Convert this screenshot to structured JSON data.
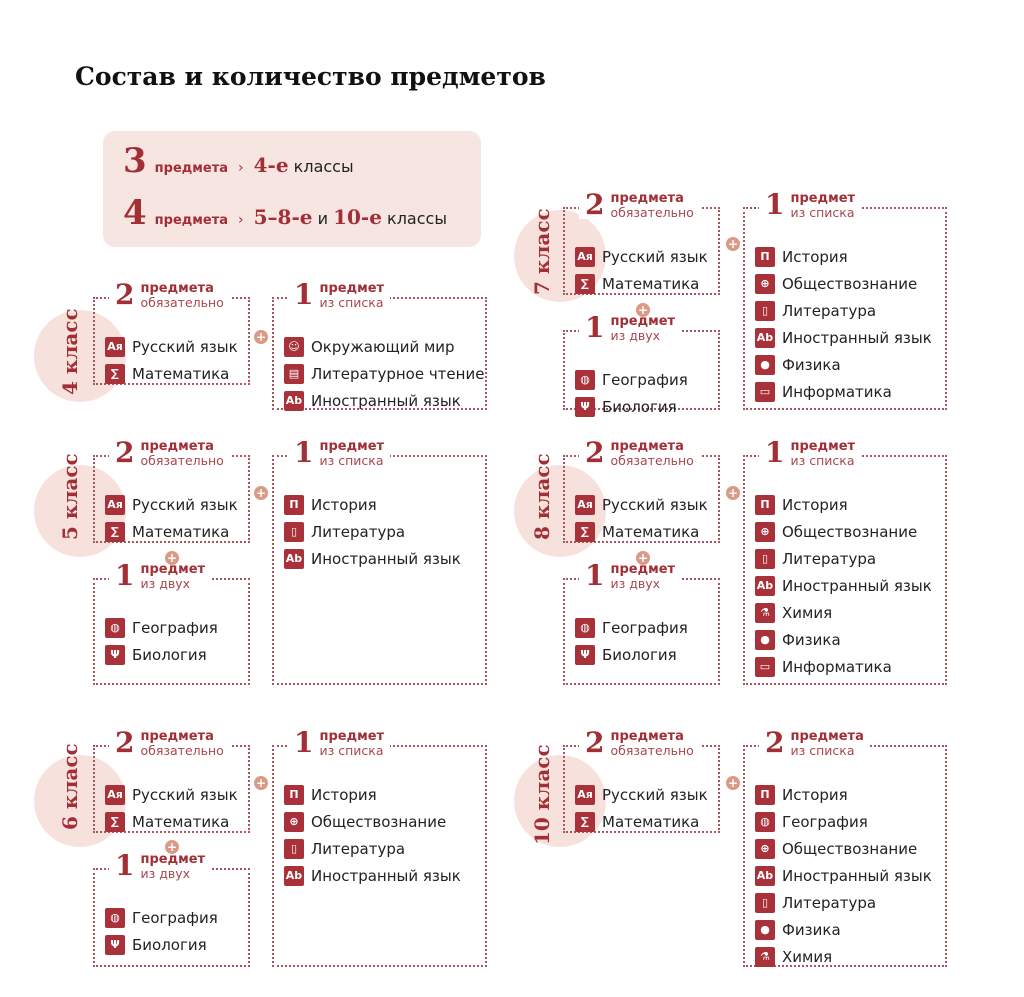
{
  "title": "Состав и количество предметов",
  "summary": [
    {
      "num": "3",
      "word": "предмета",
      "parts": [
        {
          "t": "4-е",
          "hl": true
        },
        {
          "t": " классы",
          "hl": false
        }
      ]
    },
    {
      "num": "4",
      "word": "предмета",
      "parts": [
        {
          "t": "5–8-е",
          "hl": true
        },
        {
          "t": " и ",
          "hl": false
        },
        {
          "t": "10-е",
          "hl": true
        },
        {
          "t": " классы",
          "hl": false
        }
      ]
    }
  ],
  "colors": {
    "accent": "#a32f36",
    "summary_bg": "#f6e5e1",
    "circle_bg": "#f6e1dc"
  },
  "grades": [
    {
      "label": "4 класс",
      "boxes": [
        {
          "num": "2",
          "title": "предмета",
          "sub": "обязательно",
          "items": [
            {
              "icon": "Ая",
              "name": "Русский язык"
            },
            {
              "icon": "∑",
              "name": "Математика"
            }
          ]
        },
        {
          "num": "1",
          "title": "предмет",
          "sub": "из списка",
          "items": [
            {
              "icon": "☺",
              "name": "Окружающий мир"
            },
            {
              "icon": "▤",
              "name": "Литературное чтение"
            },
            {
              "icon": "Ab",
              "name": "Иностранный язык"
            }
          ]
        }
      ]
    },
    {
      "label": "5 класс",
      "boxes": [
        {
          "num": "2",
          "title": "предмета",
          "sub": "обязательно",
          "items": [
            {
              "icon": "Ая",
              "name": "Русский язык"
            },
            {
              "icon": "∑",
              "name": "Математика"
            }
          ]
        },
        {
          "num": "1",
          "title": "предмет",
          "sub": "из списка",
          "items": [
            {
              "icon": "Π",
              "name": "История"
            },
            {
              "icon": "▯",
              "name": "Литература"
            },
            {
              "icon": "Ab",
              "name": "Иностранный язык"
            }
          ]
        },
        {
          "num": "1",
          "title": "предмет",
          "sub": "из двух",
          "items": [
            {
              "icon": "◍",
              "name": "География"
            },
            {
              "icon": "Ψ",
              "name": "Биология"
            }
          ]
        }
      ]
    },
    {
      "label": "6 класс",
      "boxes": [
        {
          "num": "2",
          "title": "предмета",
          "sub": "обязательно",
          "items": [
            {
              "icon": "Ая",
              "name": "Русский язык"
            },
            {
              "icon": "∑",
              "name": "Математика"
            }
          ]
        },
        {
          "num": "1",
          "title": "предмет",
          "sub": "из списка",
          "items": [
            {
              "icon": "Π",
              "name": "История"
            },
            {
              "icon": "⊕",
              "name": "Обществознание"
            },
            {
              "icon": "▯",
              "name": "Литература"
            },
            {
              "icon": "Ab",
              "name": "Иностранный язык"
            }
          ]
        },
        {
          "num": "1",
          "title": "предмет",
          "sub": "из двух",
          "items": [
            {
              "icon": "◍",
              "name": "География"
            },
            {
              "icon": "Ψ",
              "name": "Биология"
            }
          ]
        }
      ]
    },
    {
      "label": "7 класс",
      "boxes": [
        {
          "num": "2",
          "title": "предмета",
          "sub": "обязательно",
          "items": [
            {
              "icon": "Ая",
              "name": "Русский язык"
            },
            {
              "icon": "∑",
              "name": "Математика"
            }
          ]
        },
        {
          "num": "1",
          "title": "предмет",
          "sub": "из списка",
          "items": [
            {
              "icon": "Π",
              "name": "История"
            },
            {
              "icon": "⊕",
              "name": "Обществознание"
            },
            {
              "icon": "▯",
              "name": "Литература"
            },
            {
              "icon": "Ab",
              "name": "Иностранный язык"
            },
            {
              "icon": "●",
              "name": "Физика"
            },
            {
              "icon": "▭",
              "name": "Информатика"
            }
          ]
        },
        {
          "num": "1",
          "title": "предмет",
          "sub": "из двух",
          "items": [
            {
              "icon": "◍",
              "name": "География"
            },
            {
              "icon": "Ψ",
              "name": "Биология"
            }
          ]
        }
      ]
    },
    {
      "label": "8 класс",
      "boxes": [
        {
          "num": "2",
          "title": "предмета",
          "sub": "обязательно",
          "items": [
            {
              "icon": "Ая",
              "name": "Русский язык"
            },
            {
              "icon": "∑",
              "name": "Математика"
            }
          ]
        },
        {
          "num": "1",
          "title": "предмет",
          "sub": "из списка",
          "items": [
            {
              "icon": "Π",
              "name": "История"
            },
            {
              "icon": "⊕",
              "name": "Обществознание"
            },
            {
              "icon": "▯",
              "name": "Литература"
            },
            {
              "icon": "Ab",
              "name": "Иностранный язык"
            },
            {
              "icon": "⚗",
              "name": "Химия"
            },
            {
              "icon": "●",
              "name": "Физика"
            },
            {
              "icon": "▭",
              "name": "Информатика"
            }
          ]
        },
        {
          "num": "1",
          "title": "предмет",
          "sub": "из двух",
          "items": [
            {
              "icon": "◍",
              "name": "География"
            },
            {
              "icon": "Ψ",
              "name": "Биология"
            }
          ]
        }
      ]
    },
    {
      "label": "10 класс",
      "boxes": [
        {
          "num": "2",
          "title": "предмета",
          "sub": "обязательно",
          "items": [
            {
              "icon": "Ая",
              "name": "Русский язык"
            },
            {
              "icon": "∑",
              "name": "Математика"
            }
          ]
        },
        {
          "num": "2",
          "title": "предмета",
          "sub": "из списка",
          "items": [
            {
              "icon": "Π",
              "name": "История"
            },
            {
              "icon": "◍",
              "name": "География"
            },
            {
              "icon": "⊕",
              "name": "Обществознание"
            },
            {
              "icon": "Ab",
              "name": "Иностранный язык"
            },
            {
              "icon": "▯",
              "name": "Литература"
            },
            {
              "icon": "●",
              "name": "Физика"
            },
            {
              "icon": "⚗",
              "name": "Химия"
            }
          ]
        }
      ]
    }
  ]
}
